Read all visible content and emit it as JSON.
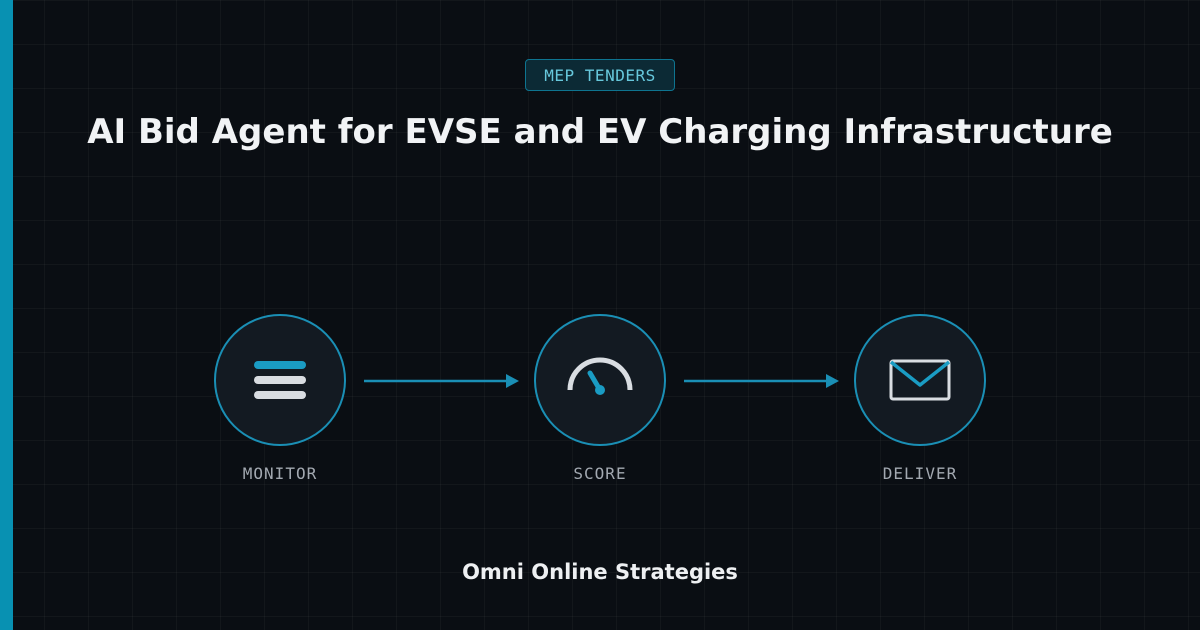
{
  "badge": {
    "label": "MEP TENDERS"
  },
  "title": "AI Bid Agent for EVSE and EV Charging Infrastructure",
  "steps": [
    {
      "label": "MONITOR",
      "icon": "list-icon"
    },
    {
      "label": "SCORE",
      "icon": "gauge-icon"
    },
    {
      "label": "DELIVER",
      "icon": "envelope-icon"
    }
  ],
  "footer": {
    "brand": "Omni Online Strategies"
  },
  "colors": {
    "accent": "#0891b2",
    "background": "#0a0e13",
    "icon_light": "#d9dde2"
  }
}
